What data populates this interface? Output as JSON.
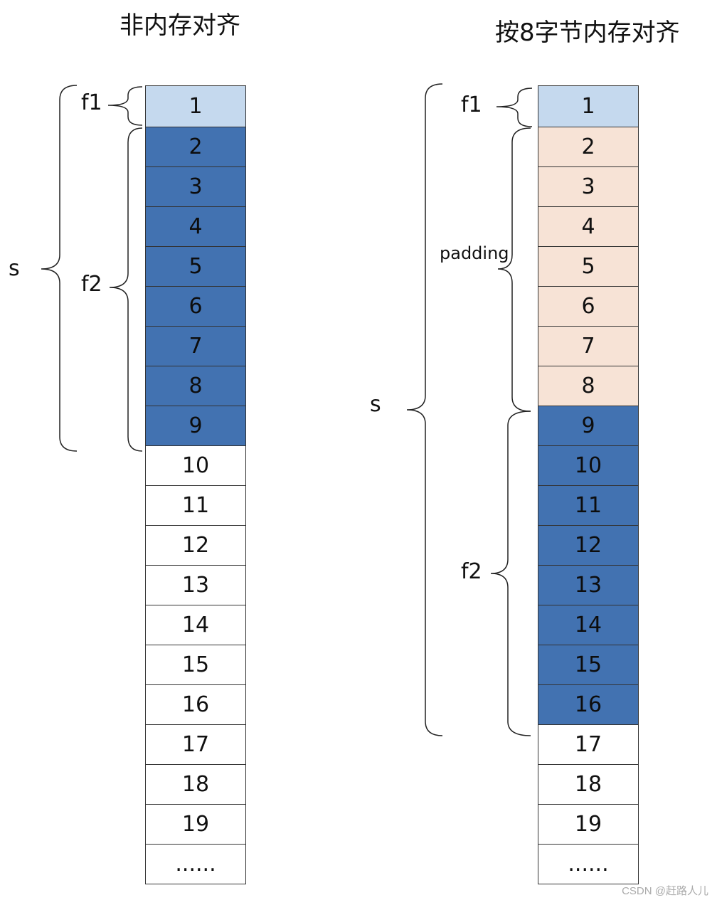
{
  "left_panel": {
    "title": "非内存对齐",
    "cells": [
      {
        "label": "1",
        "fill": "light"
      },
      {
        "label": "2",
        "fill": "blue"
      },
      {
        "label": "3",
        "fill": "blue"
      },
      {
        "label": "4",
        "fill": "blue"
      },
      {
        "label": "5",
        "fill": "blue"
      },
      {
        "label": "6",
        "fill": "blue"
      },
      {
        "label": "7",
        "fill": "blue"
      },
      {
        "label": "8",
        "fill": "blue"
      },
      {
        "label": "9",
        "fill": "blue"
      },
      {
        "label": "10",
        "fill": "white"
      },
      {
        "label": "11",
        "fill": "white"
      },
      {
        "label": "12",
        "fill": "white"
      },
      {
        "label": "13",
        "fill": "white"
      },
      {
        "label": "14",
        "fill": "white"
      },
      {
        "label": "15",
        "fill": "white"
      },
      {
        "label": "16",
        "fill": "white"
      },
      {
        "label": "17",
        "fill": "white"
      },
      {
        "label": "18",
        "fill": "white"
      },
      {
        "label": "19",
        "fill": "white"
      },
      {
        "label": "......",
        "fill": "white"
      }
    ],
    "brackets": {
      "s": "s",
      "f1": "f1",
      "f2": "f2"
    }
  },
  "right_panel": {
    "title": "按8字节内存对齐",
    "cells": [
      {
        "label": "1",
        "fill": "light"
      },
      {
        "label": "2",
        "fill": "peach"
      },
      {
        "label": "3",
        "fill": "peach"
      },
      {
        "label": "4",
        "fill": "peach"
      },
      {
        "label": "5",
        "fill": "peach"
      },
      {
        "label": "6",
        "fill": "peach"
      },
      {
        "label": "7",
        "fill": "peach"
      },
      {
        "label": "8",
        "fill": "peach"
      },
      {
        "label": "9",
        "fill": "blue"
      },
      {
        "label": "10",
        "fill": "blue"
      },
      {
        "label": "11",
        "fill": "blue"
      },
      {
        "label": "12",
        "fill": "blue"
      },
      {
        "label": "13",
        "fill": "blue"
      },
      {
        "label": "14",
        "fill": "blue"
      },
      {
        "label": "15",
        "fill": "blue"
      },
      {
        "label": "16",
        "fill": "blue"
      },
      {
        "label": "17",
        "fill": "white"
      },
      {
        "label": "18",
        "fill": "white"
      },
      {
        "label": "19",
        "fill": "white"
      },
      {
        "label": "......",
        "fill": "white"
      }
    ],
    "brackets": {
      "s": "s",
      "f1": "f1",
      "f2": "f2",
      "padding": "padding"
    }
  },
  "colors": {
    "light": "#c5d9ee",
    "blue": "#4272b1",
    "peach": "#f7e3d6",
    "white": "#ffffff"
  },
  "watermark": "CSDN @赶路人儿"
}
